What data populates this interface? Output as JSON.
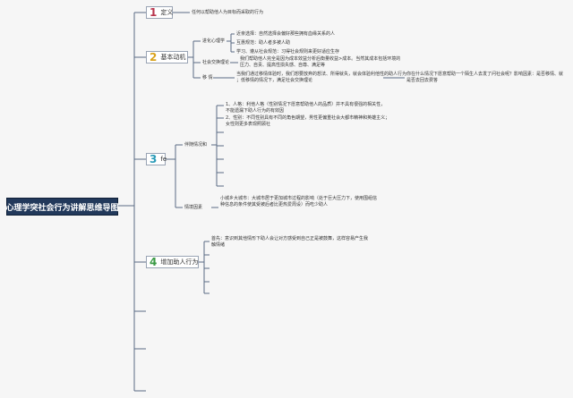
{
  "root": "心理学突社会行为讲解思维导图",
  "branches": [
    {
      "num": "1",
      "label": "定义",
      "color": "#b8354d"
    },
    {
      "num": "2",
      "label": "基本动机",
      "color": "#d9a21b"
    },
    {
      "num": "3",
      "label": "fe",
      "color": "#2a9bb8"
    },
    {
      "num": "4",
      "label": "增加助人行为",
      "color": "#3b9a45"
    }
  ],
  "def_text": "任何以帮助他人为目标而采取的行为",
  "motive": {
    "evo_label": "进化心理学",
    "evo_items": [
      "近亲选择：自然选择会偏好那些拥有血缘关系的人",
      "互惠规范：助人者多被人助",
      "学习、遵从社会规范：习得社会规则来更好适应生存"
    ],
    "exchange_label": "社会交换理论",
    "exchange_text": [
      "我们帮助他人完全是因为成本效益分析后衡量收益>成本。当然其成本包括环境的",
      "压力、自责、提高性损失感、自尊、满足等"
    ],
    "empathy_label": "移 情",
    "empathy_text": [
      "当我们通过移情体验时，我们想要放弃的想法、所得就失，就会体验利他性的助人行为",
      "；低移情的情况下，满足社会交换理论"
    ],
    "question": [
      "你在什么情况下愿意帮助一个陌生人去发了问社会呢？影响因素：是否移情、就",
      "是否去回去费答"
    ]
  },
  "situ_label": "伴随情况和",
  "situ_items": [
    [
      "1、人格：利他人格（性别情况下愿意帮助他人的品质）并不具有很强的相关性，",
      "不能遗漏下助人行为的有效因"
    ],
    [
      "2、性别：不同性别具有不同的角色期望，男性更偏重社会大都市精神和英雄主义；",
      "女性则更多表现照顾社"
    ]
  ],
  "urban_label": "情境因素",
  "urban_text": [
    "小城乡大城市：大城市居于更加城市过程的影响（处于巨大压力下，使用围组信",
    "种信息的条件使其受被后者比更热爱周设）而吃少助人"
  ],
  "increase_text": [
    "首先：意识到其他情形下助人会让对方感受到自己正是被鼓舞，这样容易产生我",
    "触情绪"
  ]
}
